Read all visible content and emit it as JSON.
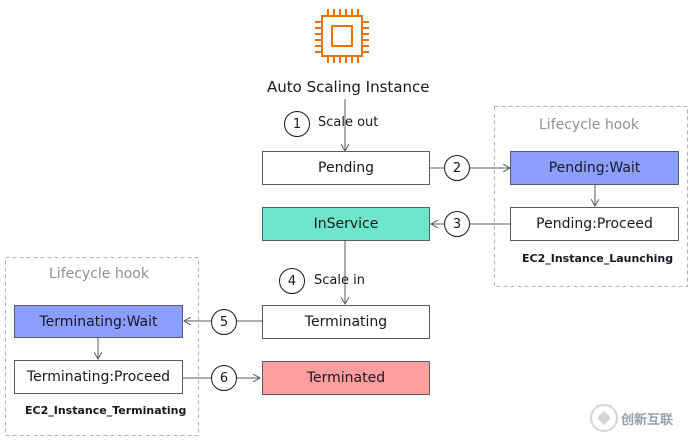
{
  "title": "Auto Scaling Instance",
  "hook_label": "Lifecycle hook",
  "steps": {
    "s1": {
      "num": "1",
      "text": "Scale out"
    },
    "s2": {
      "num": "2"
    },
    "s3": {
      "num": "3"
    },
    "s4": {
      "num": "4",
      "text": "Scale in"
    },
    "s5": {
      "num": "5"
    },
    "s6": {
      "num": "6"
    }
  },
  "states": {
    "pending": "Pending",
    "inservice": "InService",
    "terminating": "Terminating",
    "terminated": "Terminated",
    "pending_wait": "Pending:Wait",
    "pending_proceed": "Pending:Proceed",
    "terminating_wait": "Terminating:Wait",
    "terminating_proceed": "Terminating:Proceed"
  },
  "hooks": {
    "launching": "EC2_Instance_Launching",
    "terminating": "EC2_Instance_Terminating"
  },
  "watermark": "创新互联",
  "colors": {
    "icon": "#ED7100",
    "inservice": "#6FE6CC",
    "wait": "#8C9EFF",
    "terminated": "#FF9E9E",
    "line": "#545b64",
    "dashed": "#aab7b8"
  }
}
